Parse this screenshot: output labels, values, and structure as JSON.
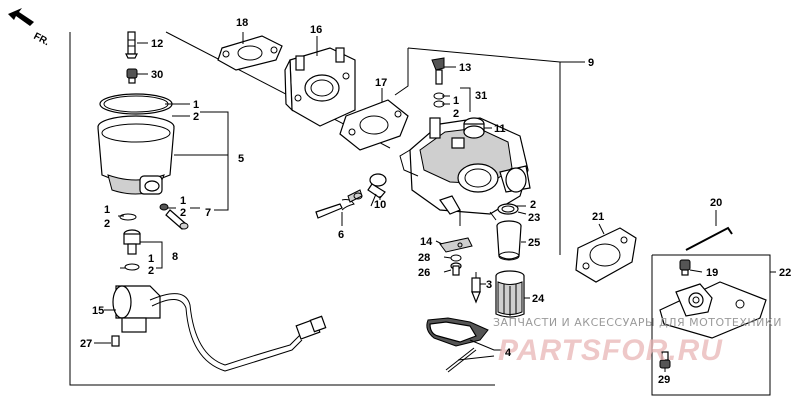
{
  "direction_label": "FR.",
  "watermark": {
    "caption": "ЗАПЧАСТИ И АКСЕССУАРЫ ДЛЯ МОТОТЕХНИКИ",
    "brand": "PARTSFOR.RU"
  },
  "callouts": {
    "c1": "1",
    "c2": "2",
    "c3": "3",
    "c4": "4",
    "c5": "5",
    "c6": "6",
    "c7": "7",
    "c8": "8",
    "c9": "9",
    "c10": "10",
    "c11": "11",
    "c12": "12",
    "c13": "13",
    "c14": "14",
    "c15": "15",
    "c16": "16",
    "c17": "17",
    "c18": "18",
    "c19": "19",
    "c20": "20",
    "c21": "21",
    "c22": "22",
    "c23": "23",
    "c24": "24",
    "c25": "25",
    "c26": "26",
    "c27": "27",
    "c28": "28",
    "c29": "29",
    "c30": "30",
    "c31": "31"
  },
  "colors": {
    "line": "#000000",
    "watermark_text": "#9a9a9a",
    "watermark_brand": "#e9b6b6"
  }
}
